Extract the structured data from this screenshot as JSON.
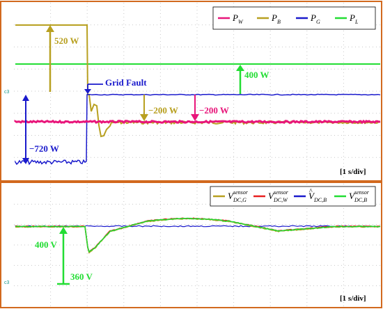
{
  "colors": {
    "frame": "#d2691e",
    "grid": "#c8c8c8",
    "P_W": "#e8157a",
    "P_B": "#b8a020",
    "P_G": "#1a1acc",
    "P_L": "#22dd33",
    "V_G": "#b8a020",
    "V_W": "#e82020",
    "V_B_hat": "#1a1acc",
    "V_B": "#22dd33",
    "marker": "#1a9a8a"
  },
  "top_panel": {
    "legend": [
      {
        "key": "P_W",
        "base": "P",
        "sub": "W",
        "hat": false,
        "sup": ""
      },
      {
        "key": "P_B",
        "base": "P",
        "sub": "B",
        "hat": false,
        "sup": ""
      },
      {
        "key": "P_G",
        "base": "P",
        "sub": "G",
        "hat": false,
        "sup": ""
      },
      {
        "key": "P_L",
        "base": "P",
        "sub": "L",
        "hat": false,
        "sup": ""
      }
    ],
    "annotations": {
      "pb_step": "520 W",
      "grid_fault": "Grid Fault",
      "pl_level": "400 W",
      "pg_drop": "−720 W",
      "pb_new": "−200 W",
      "pw_level": "−200 W"
    },
    "timescale": "[1 s/div]",
    "ground_marker": "c3"
  },
  "bottom_panel": {
    "legend": [
      {
        "key": "V_G",
        "base": "V",
        "sub": "DC,G",
        "hat": false,
        "sup": "sensor"
      },
      {
        "key": "V_W",
        "base": "V",
        "sub": "DC,W",
        "hat": false,
        "sup": "sensor"
      },
      {
        "key": "V_B_hat",
        "base": "V",
        "sub": "DC,B",
        "hat": true,
        "sup": ""
      },
      {
        "key": "V_B",
        "base": "V",
        "sub": "DC,B",
        "hat": false,
        "sup": "sensor"
      }
    ],
    "annotations": {
      "v_nominal": "400 V",
      "v_offset": "360 V"
    },
    "timescale": "[1 s/div]",
    "ground_marker": "c3"
  },
  "chart_data": [
    {
      "type": "line",
      "xlabel": "",
      "ylabel": "",
      "x_scale": "1 s/div",
      "x_divisions": 10,
      "fault_time_div": 2.0,
      "series": [
        {
          "name": "P_W",
          "level_before": -200,
          "level_after": -200,
          "unit": "W"
        },
        {
          "name": "P_B",
          "level_before": 520,
          "level_after": -200,
          "unit": "W"
        },
        {
          "name": "P_G",
          "level_before": -720,
          "level_after": 0,
          "unit": "W"
        },
        {
          "name": "P_L",
          "level_before": 400,
          "level_after": 400,
          "unit": "W"
        }
      ]
    },
    {
      "type": "line",
      "xlabel": "",
      "ylabel": "",
      "x_scale": "1 s/div",
      "x_divisions": 10,
      "series": [
        {
          "name": "V_DC,G sensor",
          "nominal": 400,
          "unit": "V"
        },
        {
          "name": "V_DC,W sensor",
          "nominal": 400,
          "unit": "V"
        },
        {
          "name": "V_DC,B estimated",
          "nominal": 400,
          "unit": "V"
        },
        {
          "name": "V_DC,B sensor",
          "nominal": 400,
          "unit": "V"
        }
      ],
      "scale_reference": {
        "nominal": 400,
        "offset": 360,
        "unit": "V"
      }
    }
  ]
}
